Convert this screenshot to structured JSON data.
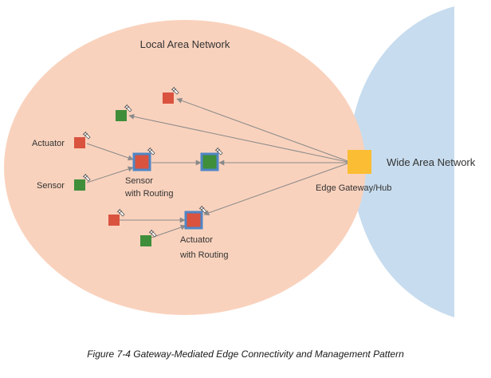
{
  "lan": {
    "label": "Local Area Network",
    "color": "#f9d2bd"
  },
  "wan": {
    "label": "Wide Area Network",
    "color": "#c7dcee"
  },
  "gateway": {
    "label": "Edge Gateway/Hub",
    "color": "#fbbd33"
  },
  "labels": {
    "actuator": "Actuator",
    "sensor": "Sensor",
    "sensor_routing_1": "Sensor",
    "sensor_routing_2": "with Routing",
    "actuator_routing_1": "Actuator",
    "actuator_routing_2": "with Routing"
  },
  "colors": {
    "actuator": "#d9533f",
    "sensor": "#3f8e3a",
    "routing_border": "#4f86c6",
    "link": "#8a8a8a"
  },
  "caption": "Figure 7-4 Gateway-Mediated Edge Connectivity and Management Pattern"
}
